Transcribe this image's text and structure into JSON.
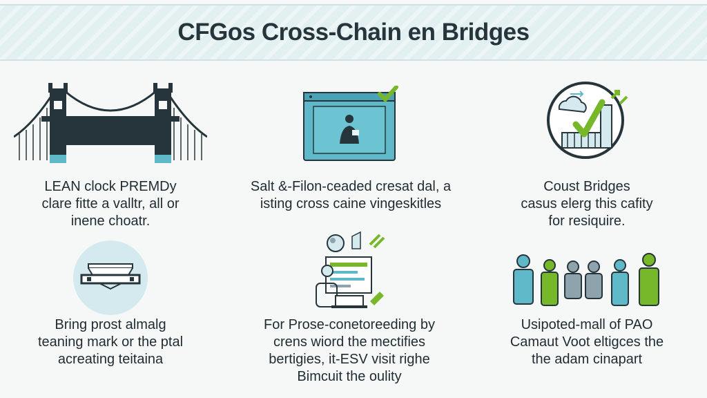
{
  "title": "CFGos Cross-Chain en Bridges",
  "items": [
    {
      "icon": "suspension-bridge-icon",
      "lines": [
        "LEAN clock PREMDy",
        "clare fitte a valltr, all or",
        "inene choatr."
      ]
    },
    {
      "icon": "browser-window-user-icon",
      "lines": [
        "Salt &-Filon-ceaded cresat dal, a",
        "isting cross caine vingeskitles"
      ]
    },
    {
      "icon": "cloud-checkmark-circle-icon",
      "lines": [
        "Coust Bridges",
        "casus elerg this cafity",
        "for resiquire."
      ]
    },
    {
      "icon": "bridge-deck-circle-icon",
      "lines": [
        "Bring prost almalg",
        "teaning mark or the ptal",
        "acreating teitaina"
      ]
    },
    {
      "icon": "network-devices-icon",
      "lines": [
        "For Prose-conetoreeding by",
        "crens wiord the mectifies",
        "bertigies, it-ESV visit righe",
        "Bimcuit the oulity"
      ]
    },
    {
      "icon": "community-people-icon",
      "lines": [
        "Usipoted-mall of PAO",
        "Camaut Voot eltigces the",
        "the adam cinapart"
      ]
    }
  ],
  "colors": {
    "dark": "#26353b",
    "teal": "#5fb8c8",
    "green": "#76b82a",
    "light_teal": "#d5eaee",
    "grey_blue": "#8fa3ad"
  }
}
